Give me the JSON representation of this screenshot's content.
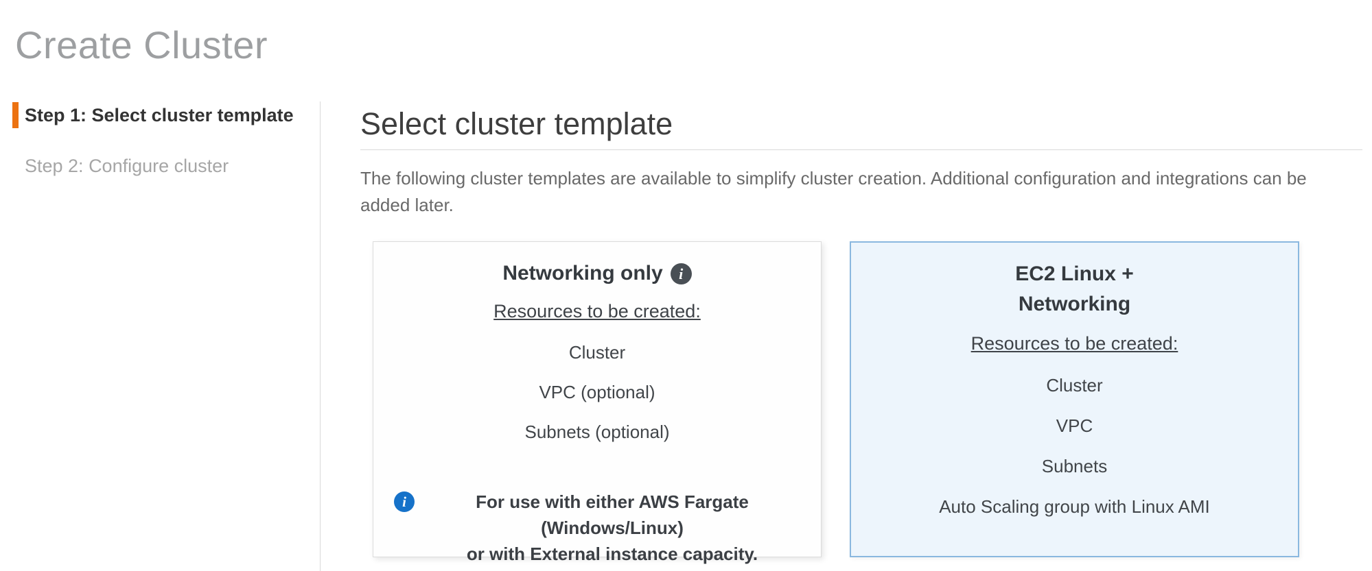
{
  "page": {
    "title": "Create Cluster"
  },
  "steps": [
    {
      "label": "Step 1: Select cluster template",
      "active": true
    },
    {
      "label": "Step 2: Configure cluster",
      "active": false
    }
  ],
  "main": {
    "heading": "Select cluster template",
    "description": "The following cluster templates are available to simplify cluster creation. Additional configuration and integrations can be\nadded later."
  },
  "icons": {
    "info_glyph": "i"
  },
  "templates": [
    {
      "id": "networking-only",
      "title": "Networking only",
      "resources_label": "Resources to be created:",
      "resources": [
        "Cluster",
        "VPC (optional)",
        "Subnets (optional)"
      ],
      "note": "For use with either AWS Fargate (Windows/Linux)\nor with External instance capacity.",
      "selected": false
    },
    {
      "id": "ec2-linux-networking",
      "title": "EC2 Linux +\nNetworking",
      "resources_label": "Resources to be created:",
      "resources": [
        "Cluster",
        "VPC",
        "Subnets",
        "Auto Scaling group with Linux AMI"
      ],
      "selected": true
    }
  ],
  "colors": {
    "accent_orange": "#ec7211",
    "selected_card_bg": "#edf5fc",
    "selected_card_border": "#8ab8df",
    "info_icon_dark": "#494f55",
    "info_icon_blue": "#1672c9",
    "title_gray": "#9d9fa1"
  }
}
